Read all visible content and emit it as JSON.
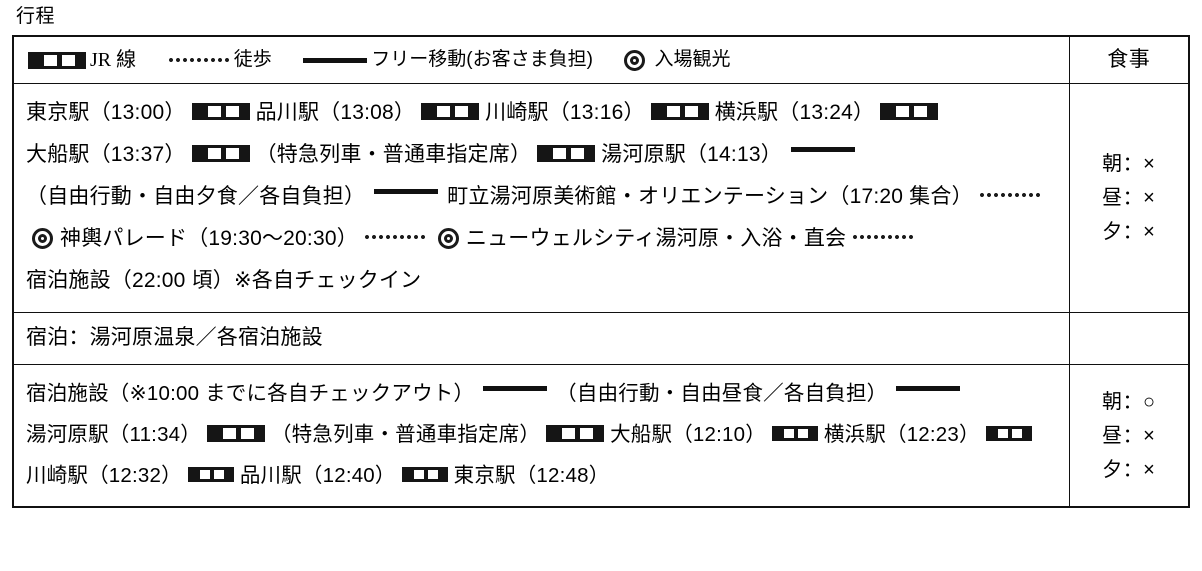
{
  "section": {
    "title": "行程"
  },
  "table": {
    "meal_column_header": "食事",
    "legend": {
      "items": [
        {
          "icon": "train-icon",
          "label": "JR 線"
        },
        {
          "icon": "dotted-line-icon",
          "label": "徒歩"
        },
        {
          "icon": "solid-line-icon",
          "label": "フリー移動(お客さま負担)"
        },
        {
          "icon": "double-circle-icon",
          "label": "入場観光"
        }
      ]
    },
    "rows": [
      {
        "type": "itinerary",
        "segments": [
          {
            "kind": "text",
            "value": "東京駅（13:00）"
          },
          {
            "kind": "icon",
            "value": "train-icon"
          },
          {
            "kind": "text",
            "value": "品川駅（13:08）"
          },
          {
            "kind": "icon",
            "value": "train-icon"
          },
          {
            "kind": "text",
            "value": "川崎駅（13:16）"
          },
          {
            "kind": "icon",
            "value": "train-icon"
          },
          {
            "kind": "text",
            "value": "横浜駅（13:24）"
          },
          {
            "kind": "icon",
            "value": "train-icon"
          },
          {
            "kind": "text",
            "value": "大船駅（13:37）"
          },
          {
            "kind": "icon",
            "value": "train-icon"
          },
          {
            "kind": "text",
            "value": "（特急列車・普通車指定席）"
          },
          {
            "kind": "icon",
            "value": "train-icon"
          },
          {
            "kind": "text",
            "value": "湯河原駅（14:13）"
          },
          {
            "kind": "icon",
            "value": "solid-line-icon"
          },
          {
            "kind": "text",
            "value": "（自由行動・自由夕食／各自負担）"
          },
          {
            "kind": "icon",
            "value": "solid-line-icon"
          },
          {
            "kind": "text",
            "value": "町立湯河原美術館・オリエンテーション（17:20 集合）"
          },
          {
            "kind": "icon",
            "value": "dotted-line-icon"
          },
          {
            "kind": "icon",
            "value": "double-circle-icon"
          },
          {
            "kind": "text",
            "value": "神輿パレード（19:30〜20:30）"
          },
          {
            "kind": "icon",
            "value": "dotted-line-icon"
          },
          {
            "kind": "icon",
            "value": "double-circle-icon"
          },
          {
            "kind": "text",
            "value": "ニューウェルシティ湯河原・入浴・直会"
          },
          {
            "kind": "icon",
            "value": "dotted-line-icon"
          },
          {
            "kind": "text",
            "value": "宿泊施設（22:00 頃）※各自チェックイン"
          }
        ],
        "meals": {
          "breakfast": "朝：×",
          "lunch": "昼：×",
          "dinner": "夕：×"
        }
      },
      {
        "type": "stay",
        "text": "宿泊：湯河原温泉／各宿泊施設"
      },
      {
        "type": "itinerary",
        "segments": [
          {
            "kind": "text",
            "value": "宿泊施設（※10:00 までに各自チェックアウト）"
          },
          {
            "kind": "icon",
            "value": "solid-line-icon"
          },
          {
            "kind": "text",
            "value": "（自由行動・自由昼食／各自負担）"
          },
          {
            "kind": "icon",
            "value": "solid-line-icon"
          },
          {
            "kind": "text",
            "value": "湯河原駅（11:34）"
          },
          {
            "kind": "icon",
            "value": "train-icon"
          },
          {
            "kind": "text",
            "value": "（特急列車・普通車指定席）"
          },
          {
            "kind": "icon",
            "value": "train-icon"
          },
          {
            "kind": "text",
            "value": "大船駅（12:10）"
          },
          {
            "kind": "icon",
            "value": "train-icon-small"
          },
          {
            "kind": "text",
            "value": "横浜駅（12:23）"
          },
          {
            "kind": "icon",
            "value": "train-icon-small"
          },
          {
            "kind": "text",
            "value": "川崎駅（12:32）"
          },
          {
            "kind": "icon",
            "value": "train-icon-small"
          },
          {
            "kind": "text",
            "value": "品川駅（12:40）"
          },
          {
            "kind": "icon",
            "value": "train-icon-small"
          },
          {
            "kind": "text",
            "value": "東京駅（12:48）"
          }
        ],
        "meals": {
          "breakfast": "朝：○",
          "lunch": "昼：×",
          "dinner": "夕：×"
        }
      }
    ]
  },
  "colors": {
    "border": "#111111",
    "text": "#000000",
    "background": "#ffffff"
  }
}
